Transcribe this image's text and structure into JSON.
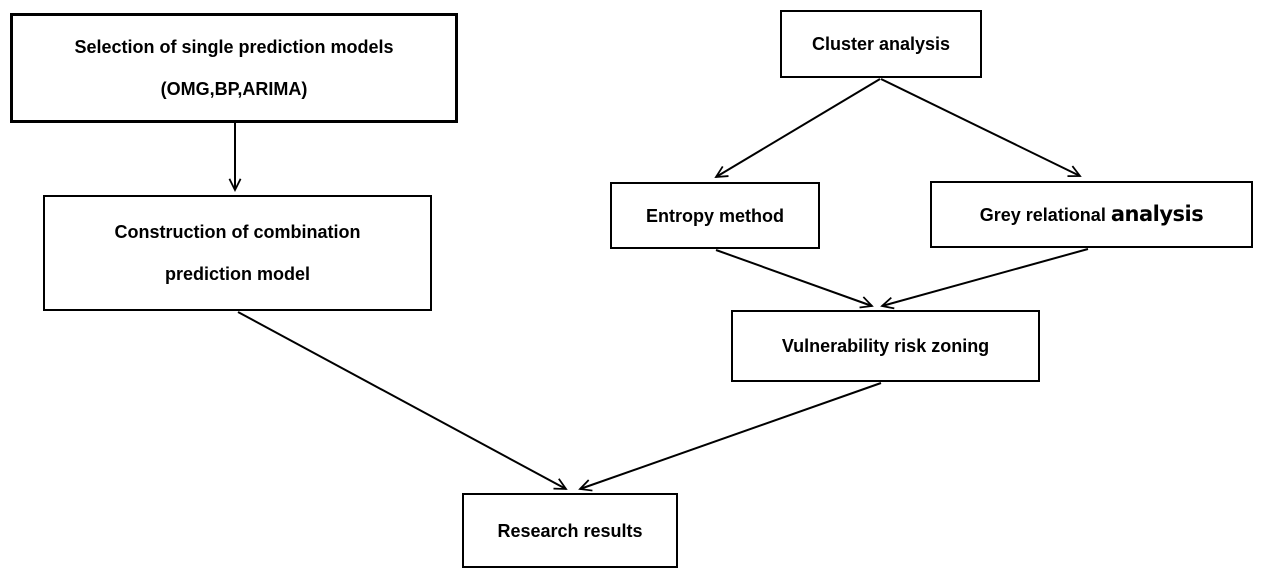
{
  "diagram": {
    "title": "Prediction and vulnerability research flowchart",
    "background_color": "#ffffff",
    "line_color": "#000000",
    "text_color": "#000000",
    "nodes": {
      "selection": {
        "lines": [
          "Selection of single prediction models",
          "(OMG,BP,ARIMA)"
        ]
      },
      "construction": {
        "lines": [
          "Construction of combination",
          "prediction model"
        ]
      },
      "cluster": {
        "label": "Cluster analysis"
      },
      "entropy": {
        "label": "Entropy method"
      },
      "grey": {
        "label_part1": "Grey relational",
        "label_part2": "analysis"
      },
      "vulnerability": {
        "label": "Vulnerability risk zoning"
      },
      "research": {
        "label": "Research results"
      }
    },
    "edges": [
      {
        "from": "selection",
        "to": "construction"
      },
      {
        "from": "cluster",
        "to": "entropy"
      },
      {
        "from": "cluster",
        "to": "grey"
      },
      {
        "from": "entropy",
        "to": "vulnerability"
      },
      {
        "from": "grey",
        "to": "vulnerability"
      },
      {
        "from": "construction",
        "to": "research"
      },
      {
        "from": "vulnerability",
        "to": "research"
      }
    ]
  }
}
